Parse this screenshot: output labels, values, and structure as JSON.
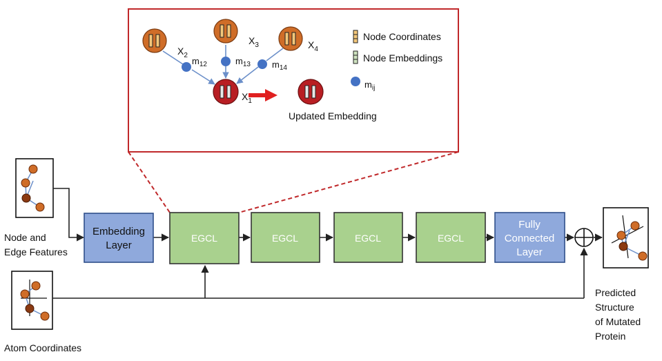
{
  "inset": {
    "nodes": {
      "x1": {
        "main": "X",
        "sub": "1"
      },
      "x2": {
        "main": "X",
        "sub": "2"
      },
      "x3": {
        "main": "X",
        "sub": "3"
      },
      "x4": {
        "main": "X",
        "sub": "4"
      }
    },
    "messages": {
      "m12": {
        "main": "m",
        "sub": "12"
      },
      "m13": {
        "main": "m",
        "sub": "13"
      },
      "m14": {
        "main": "m",
        "sub": "14"
      }
    },
    "legend": {
      "coords": "Node Coordinates",
      "embeddings": "Node Embeddings",
      "mij": {
        "main": "m",
        "sub": "ij"
      }
    },
    "updated_label": "Updated Embedding"
  },
  "pipeline": {
    "embedding_layer": [
      "Embedding",
      "Layer"
    ],
    "egcl": [
      "EGCL",
      "EGCL",
      "EGCL",
      "EGCL"
    ],
    "fully_connected": [
      "Fully",
      "Connected",
      "Layer"
    ]
  },
  "inputs": {
    "node_edge_label": [
      "Node and",
      "Edge Features"
    ],
    "atom_coords_label": "Atom Coordinates"
  },
  "output": {
    "label": [
      "Predicted",
      "Structure",
      "of Mutated",
      "Protein"
    ]
  },
  "colors": {
    "inset_border": "#c0282a",
    "blue_box": "#8fa9dc",
    "green_box": "#a9d18e",
    "orange_node": "#cf6d28",
    "red_node": "#b81e23",
    "message_dot": "#4472c4",
    "arrow": "#e02020"
  }
}
